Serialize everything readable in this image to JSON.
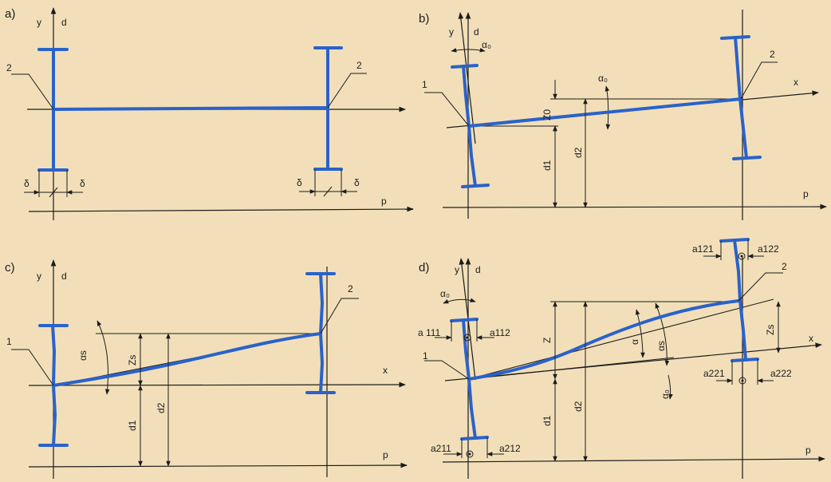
{
  "panels": {
    "a": {
      "label": "a)"
    },
    "b": {
      "label": "b)"
    },
    "c": {
      "label": "c)"
    },
    "d": {
      "label": "d)"
    }
  },
  "labels": {
    "y": "y",
    "d": "d",
    "x": "x",
    "p": "p",
    "point_1": "1",
    "point_2": "2",
    "delta": "δ",
    "alpha_0": "α₀",
    "alpha_s": "αs",
    "alpha": "α",
    "z0": "Z0",
    "zs": "Zs",
    "z": "Z",
    "d1": "d1",
    "d2": "d2",
    "a111": "a 111",
    "a112": "a112",
    "a121": "a121",
    "a122": "a122",
    "a211": "a211",
    "a212": "a212",
    "a221": "a221",
    "a222": "a222"
  },
  "colors": {
    "background": "#f2dfb9",
    "beam": "#2a62c9",
    "line": "#1c1c1c"
  }
}
